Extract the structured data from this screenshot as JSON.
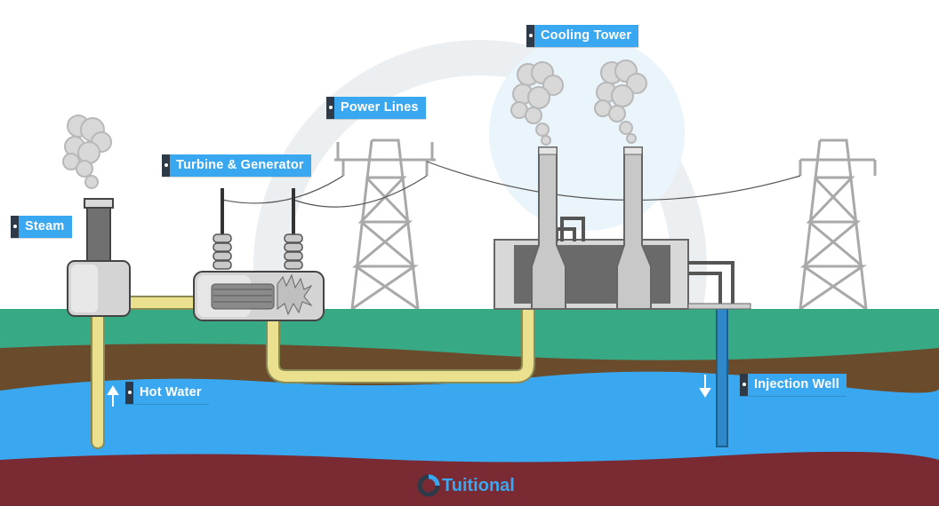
{
  "labels": {
    "steam": "Steam",
    "turbine_generator": "Turbine & Generator",
    "power_lines": "Power Lines",
    "cooling_tower": "Cooling Tower",
    "hot_water": "Hot Water",
    "injection_well": "Injection Well"
  },
  "brand": {
    "name": "Tuitional"
  },
  "colors": {
    "grass": "#38a985",
    "soil": "#6a4c2d",
    "water": "#3aa8f0",
    "bedrock": "#7a2a33",
    "pipe": "#eae08e",
    "injection_pipe": "#2f88c8",
    "label_bg": "#3aa8f0",
    "label_tab": "#2f3a48",
    "tower": "#c8c8c8",
    "building_dark": "#6a6a6a"
  }
}
